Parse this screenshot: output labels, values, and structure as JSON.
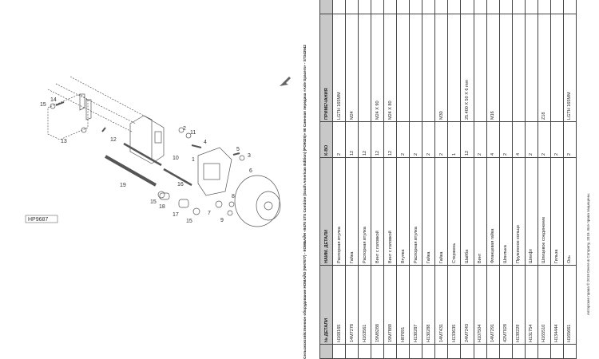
{
  "document_header": "Сельскохозяйственное оборудование НОМАЙО (NH7877) - КОМБАЙН «9470 STS Combine (South American Edition) (PO9025)» 90 Сменная передача «Axle Spacers» - ST343942",
  "footer": "Авторские права © 2019 Deere & Company, 2019. Все права защищены.",
  "diagram": {
    "figure_id": "HP9687",
    "callouts": [
      "15",
      "14",
      "13",
      "12",
      "2",
      "11",
      "4",
      "5",
      "3",
      "1",
      "6",
      "10",
      "19",
      "15",
      "16",
      "18",
      "17",
      "15",
      "7",
      "8",
      "9"
    ],
    "arrow_icon": "direction-arrow-icon"
  },
  "table": {
    "headers": [
      "",
      "№ ДЕТАЛИ",
      "НАИМ. ДЕТАЛИ",
      "К-ВО",
      "ПРИМЕЧАНИЯ",
      ""
    ],
    "rows": [
      [
        "",
        "H168165",
        "Распорная втулка",
        "2",
        "LGTH 165MM",
        ""
      ],
      [
        "",
        "14M7278",
        "Гайка",
        "12",
        "M24",
        ""
      ],
      [
        "",
        "H163561",
        "Распорная втулка",
        "12",
        "",
        ""
      ],
      [
        "",
        "19M8288",
        "Винт с головкой",
        "12",
        "M24 X 90",
        ""
      ],
      [
        "",
        "19M7889",
        "Винт с головкой",
        "12",
        "M24 X 80",
        ""
      ],
      [
        "",
        "H87691",
        "Втулка",
        "2",
        "",
        ""
      ],
      [
        "",
        "H130287",
        "Распорная втулка",
        "2",
        "",
        ""
      ],
      [
        "",
        "H130288",
        "Гайка",
        "2",
        "",
        ""
      ],
      [
        "",
        "14M7431",
        "Гайка",
        "2",
        "M30",
        ""
      ],
      [
        "",
        "H133635",
        "Стержень",
        "1",
        "",
        ""
      ],
      [
        "",
        "24M7243",
        "Шайба",
        "12",
        "25.400 X 50 X 6 mm",
        ""
      ],
      [
        "",
        "H107504",
        "Винт",
        "2",
        "",
        ""
      ],
      [
        "",
        "14M7291",
        "Фланцевая гайка",
        "4",
        "M16",
        ""
      ],
      [
        "",
        "42M7028",
        "Шпилька",
        "2",
        "",
        ""
      ],
      [
        "",
        "H139229",
        "Пружинное кольцо",
        "4",
        "",
        ""
      ],
      [
        "",
        "H131754",
        "Шлифт",
        "2",
        "",
        ""
      ],
      [
        "",
        "H165510",
        "Шлицевое соединение",
        "2",
        "Z18",
        ""
      ],
      [
        "",
        "H134444",
        "Гильза",
        "2",
        "",
        ""
      ],
      [
        "",
        "H165661",
        "Ось",
        "2",
        "LGTH 165MM",
        ""
      ]
    ]
  }
}
